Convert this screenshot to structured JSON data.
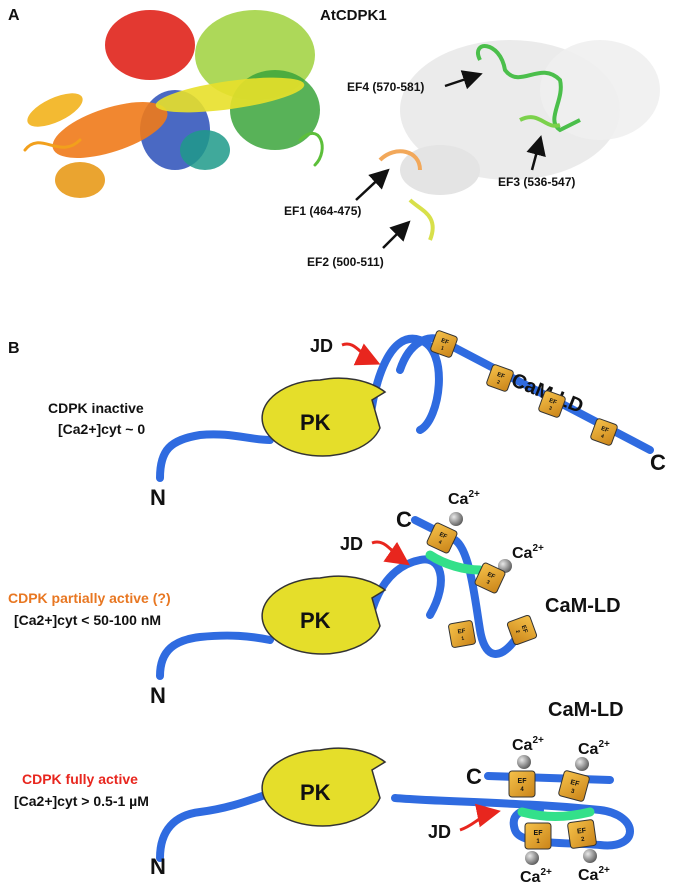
{
  "panelA": {
    "letter": "A",
    "title": "AtCDPK1",
    "ef_labels": {
      "ef1": "EF1 (464-475)",
      "ef2": "EF2 (500-511)",
      "ef3": "EF3 (536-547)",
      "ef4": "EF4 (570-581)"
    }
  },
  "panelB": {
    "letter": "B",
    "states": [
      {
        "name_line1": "CDPK inactive",
        "ca_line": "[Ca2+]cyt ~ 0",
        "name_color": "#111111"
      },
      {
        "name_line1": "CDPK partially active (?)",
        "ca_line": "[Ca2+]cyt < 50-100 nM",
        "name_color": "#e87722"
      },
      {
        "name_line1": "CDPK fully active",
        "ca_line": "[Ca2+]cyt > 0.5-1 µM",
        "name_color": "#e8261e"
      }
    ],
    "labels": {
      "pk": "PK",
      "n": "N",
      "c": "C",
      "jd": "JD",
      "camld": "CaM-LD",
      "ca": "Ca",
      "ca_sup": "2+"
    },
    "ef_box": {
      "prefix": "EF",
      "nums": [
        "1",
        "2",
        "3",
        "4"
      ]
    }
  },
  "colors": {
    "chain": "#2f6be0",
    "pk_fill": "#e5de2a",
    "ef_fill": "#e9a425",
    "linker": "#33e08a",
    "ca_ball": "#888888",
    "arrow_red": "#e8261e"
  }
}
